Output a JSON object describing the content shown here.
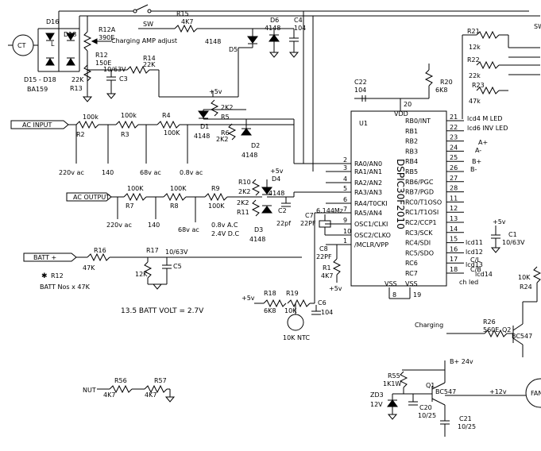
{
  "top": {
    "ct_label": "CT",
    "sw_label": "SW",
    "r15": {
      "ref": "R15",
      "value": "4K7"
    },
    "r12a": {
      "ref": "R12A",
      "value": "390E"
    },
    "charging_amp_note": "Charging AMP adjust",
    "d16": "D16",
    "d18": "D18",
    "l_label": "L",
    "d15_d18": "D15 - D18",
    "ba159": "BA159",
    "r12": {
      "ref": "R12",
      "value": "150E"
    },
    "r13": {
      "ref": "R13",
      "value": "22K"
    },
    "c3": {
      "ref": "C3",
      "value": "10/63V"
    },
    "r14": {
      "ref": "R14",
      "value": "22K"
    },
    "d6": {
      "ref": "D6",
      "value": "4148"
    },
    "c4": {
      "ref": "C4",
      "value": "104"
    },
    "d5": {
      "ref": "D5",
      "value": "4148"
    }
  },
  "supply": {
    "plus5v": "+5v",
    "r5": {
      "ref": "R5",
      "value": "2K2"
    },
    "d1": {
      "ref": "D1",
      "value": "4148"
    },
    "r6": {
      "ref": "R6",
      "value": "2K2"
    },
    "d2": {
      "ref": "D2",
      "value": "4148"
    }
  },
  "ac_input": {
    "label": "AC INPUT",
    "r2": {
      "ref": "R2",
      "value": "100k"
    },
    "r3": {
      "ref": "R3",
      "value": "100k"
    },
    "r4": {
      "ref": "R4",
      "value": "100K"
    },
    "tap1": "220v ac",
    "tap2": "140",
    "tap3": "68v ac",
    "tap4": "0.8v ac"
  },
  "ac_output": {
    "label": "AC OUTPUT",
    "r7": {
      "ref": "R7",
      "value": "100K"
    },
    "r8": {
      "ref": "R8",
      "value": "100K"
    },
    "r9": {
      "ref": "R9",
      "value": "100K"
    },
    "tap1": "220v ac",
    "tap2": "140",
    "tap3": "68v ac",
    "note1": "0.8v A.C",
    "note2": "2.4V D.C",
    "r10": {
      "ref": "R10",
      "value": "2K2"
    },
    "r11": {
      "ref": "R11",
      "value": "2K2"
    },
    "d3": {
      "ref": "D3",
      "value": "4148"
    },
    "d4": {
      "ref": "D4",
      "value": "4148"
    },
    "c2": {
      "ref": "C2",
      "value": "22pf"
    },
    "plus5v": "+5v"
  },
  "batt": {
    "label": "BATT +",
    "r16": {
      "ref": "R16",
      "value": "47K"
    },
    "r17": {
      "ref": "R17",
      "value": "12K"
    },
    "c5": {
      "ref": "C5",
      "value": "10/63V"
    },
    "r12_star": "R12",
    "star": "✱",
    "nos_note": "BATT Nos  x 47K",
    "volt_note": "13.5 BATT VOLT = 2.7V"
  },
  "ntc": {
    "plus5v": "+5v",
    "r18": {
      "ref": "R18",
      "value": "6K8"
    },
    "r19": {
      "ref": "R19",
      "value": "10K"
    },
    "c6": {
      "ref": "C6",
      "value": "104"
    },
    "ntc_label": "10K NTC"
  },
  "nut": {
    "label": "NUT",
    "r56": {
      "ref": "R56",
      "value": "4K7"
    },
    "r57": {
      "ref": "R57",
      "value": "4K7"
    }
  },
  "mcu": {
    "u1": "U1",
    "part": "DSPIC30F2010",
    "vdd": "VDD",
    "vdd_pin": "20",
    "vss1": "VSS",
    "vss2": "VSS",
    "vss1_pin": "8",
    "vss2_pin": "19",
    "c22": {
      "ref": "C22",
      "value": "104"
    },
    "r20": {
      "ref": "R20",
      "value": "6K8"
    },
    "left_pins": [
      {
        "num": "2",
        "name": "RA0/AN0"
      },
      {
        "num": "3",
        "name": "RA1/AN1"
      },
      {
        "num": "4",
        "name": "RA2/AN2"
      },
      {
        "num": "5",
        "name": "RA3/AN3"
      },
      {
        "num": "6",
        "name": "RA4/T0CKI"
      },
      {
        "num": "7",
        "name": "RA5/AN4"
      },
      {
        "num": "9",
        "name": "OSC1/CLKI"
      },
      {
        "num": "10",
        "name": "OSC2/CLKO"
      },
      {
        "num": "1",
        "name": "/MCLR/VPP"
      }
    ],
    "right_pins": [
      {
        "num": "21",
        "name": "RB0/INT"
      },
      {
        "num": "22",
        "name": "RB1"
      },
      {
        "num": "23",
        "name": "RB2"
      },
      {
        "num": "24",
        "name": "RB3"
      },
      {
        "num": "25",
        "name": "RB4"
      },
      {
        "num": "26",
        "name": "RB5"
      },
      {
        "num": "27",
        "name": "RB6/PGC"
      },
      {
        "num": "28",
        "name": "RB7/PGD"
      },
      {
        "num": "11",
        "name": "RC0/T1OSO"
      },
      {
        "num": "12",
        "name": "RC1/T1OSI"
      },
      {
        "num": "13",
        "name": "RC2/CCP1"
      },
      {
        "num": "14",
        "name": "RC3/SCK"
      },
      {
        "num": "15",
        "name": "RC4/SDI"
      },
      {
        "num": "16",
        "name": "RC5/SDO"
      },
      {
        "num": "17",
        "name": "RC6"
      },
      {
        "num": "18",
        "name": "RC7"
      }
    ],
    "lcd4": "lcd4 M LED",
    "lcd6": "lcd6 INV LED",
    "a_plus": "A+",
    "a_minus": "A-",
    "b_plus": "B+",
    "b_minus": "B-",
    "lcd11": "lcd11",
    "lcd12": "lcd12",
    "lcd13": "lcd13",
    "lcd14": "lcd14",
    "chled": "ch led",
    "cl1": "C/L",
    "cl2": "C/B"
  },
  "crystal": {
    "c7": {
      "ref": "C7",
      "value": "22PF"
    },
    "c8": {
      "ref": "C8",
      "value": "22PF"
    },
    "freq": "6.144Mz",
    "r1": {
      "ref": "R1",
      "value": "4K7"
    },
    "plus5v": "+5v"
  },
  "right_side": {
    "r21": {
      "ref": "R21",
      "value": "12k"
    },
    "r22": {
      "ref": "R22",
      "value": "22k"
    },
    "r23": {
      "ref": "R23",
      "value": "47k"
    },
    "sw": "SW",
    "c1": {
      "ref": "C1",
      "value": "10/63V"
    },
    "plus5v": "+5v",
    "r24": {
      "ref": "R24",
      "value": "10K"
    },
    "charging": "Charging",
    "r26": {
      "ref": "R26",
      "value": "560E"
    },
    "q2": {
      "ref": "Q2",
      "value": "BC547"
    },
    "fan": "FAN"
  },
  "power": {
    "r55": {
      "ref": "R55",
      "value": "1K1W"
    },
    "zd3": {
      "ref": "ZD3",
      "value": "12V"
    },
    "q1": {
      "ref": "Q1",
      "value": "BC547"
    },
    "c20": {
      "ref": "C20",
      "value": "10/25"
    },
    "c21": {
      "ref": "C21",
      "value": "10/25"
    },
    "b24v": "B+ 24v",
    "plus12v": "+12v"
  }
}
